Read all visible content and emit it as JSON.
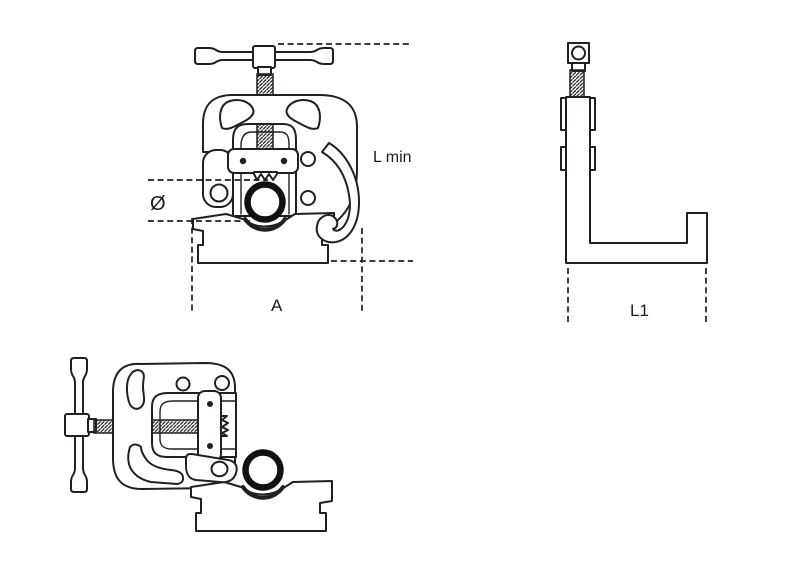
{
  "drawing": {
    "line_color": "#231f20",
    "pipe_color": "#111111",
    "background": "#ffffff",
    "labels": {
      "height": "L min",
      "diameter": "Ø",
      "width": "A",
      "base_length": "L1"
    }
  }
}
